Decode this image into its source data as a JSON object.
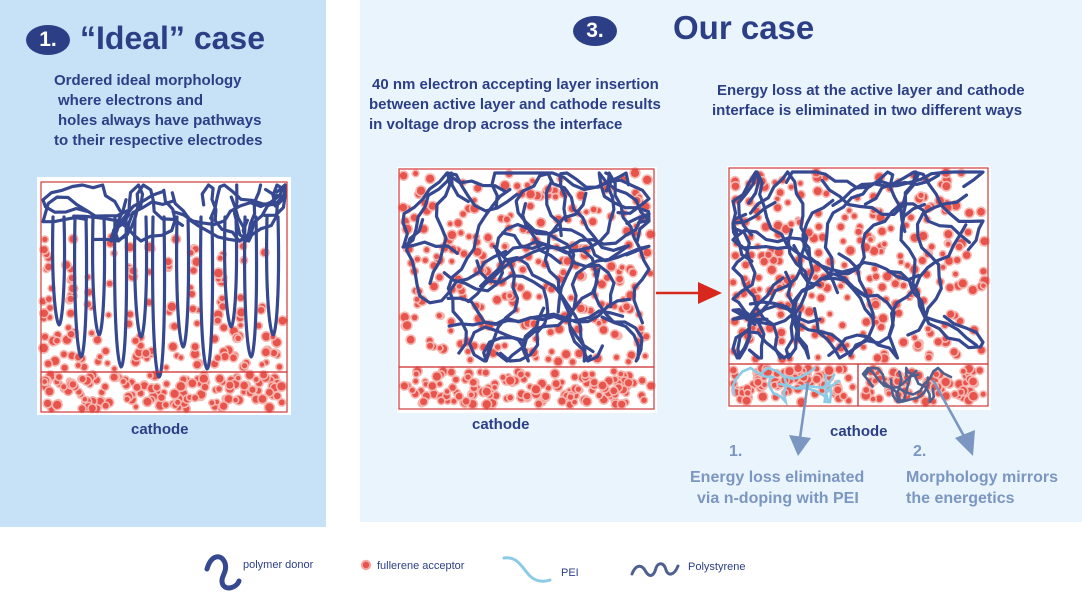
{
  "ideal": {
    "number": "1.",
    "title": "“Ideal” case",
    "description": [
      "Ordered ideal morphology",
      "where electrons and",
      "holes always have pathways",
      "to their respective electrodes"
    ],
    "cathode_label": "cathode"
  },
  "ours": {
    "number": "3.",
    "title": "Our case",
    "left_description": [
      "40 nm electron accepting layer insertion",
      "between active layer and cathode results",
      "in voltage drop across the interface"
    ],
    "right_description": [
      "Energy loss at the active layer and cathode",
      "interface is eliminated in two different ways"
    ],
    "cathode_left": "cathode",
    "cathode_right": "cathode",
    "way1": {
      "number": "1.",
      "lines": [
        "Energy loss eliminated",
        "via n-doping with PEI"
      ]
    },
    "way2": {
      "number": "2.",
      "lines": [
        "Morphology mirrors",
        "the energetics"
      ]
    }
  },
  "legend": {
    "polymer_donor": "polymer donor",
    "fullerene_acceptor": "fullerene acceptor",
    "pei": "PEI",
    "polystyrene": "Polystyrene"
  },
  "colors": {
    "heading": "#2c3f86",
    "polymer": "#36488f",
    "fullerene": "#e8544c",
    "box_border": "#d03838",
    "arrow": "#d8281e",
    "pei": "#8ccbe6",
    "note_text": "#7b96c0"
  }
}
